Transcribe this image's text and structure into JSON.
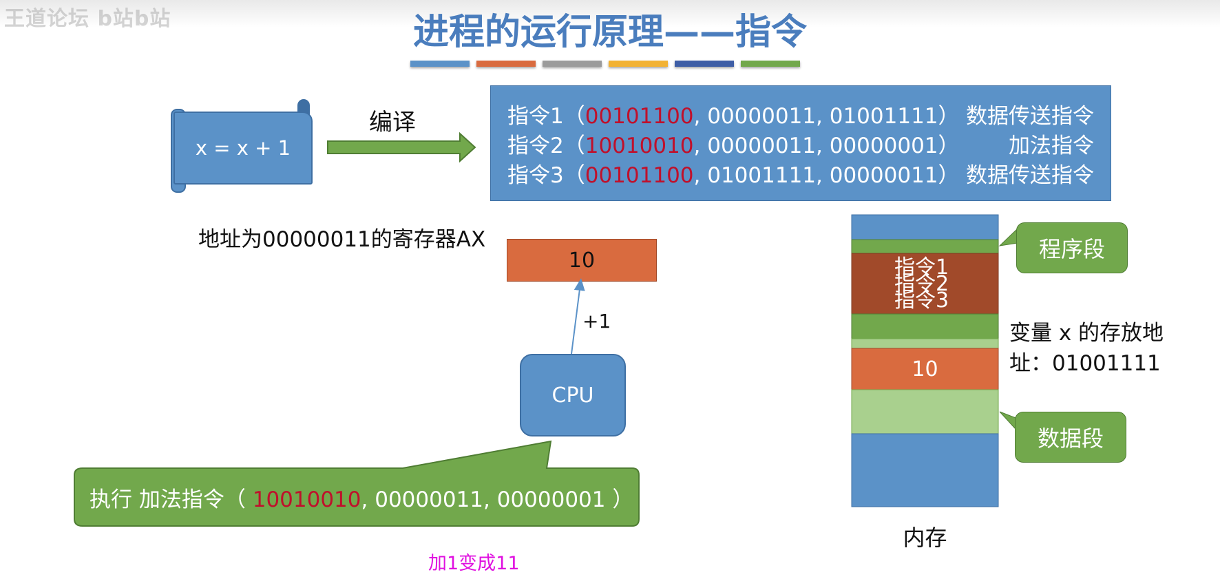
{
  "watermark": "王道论坛 b站b站",
  "title": "进程的运行原理——指令",
  "accent_bar_colors": [
    "#5b92c8",
    "#d96b3f",
    "#9b9b9b",
    "#f2b233",
    "#3e5ea6",
    "#72a84c"
  ],
  "source_box": {
    "code": "x = x + 1"
  },
  "compile_label": "编译",
  "instructions": [
    {
      "name": "指令1",
      "open": "（",
      "opcode": "00101100",
      "operands": ", 00000011, 01001111",
      "close": "）",
      "type": "数据传送指令"
    },
    {
      "name": "指令2",
      "open": "（",
      "opcode": "10010010",
      "operands": ", 00000011, 00000001",
      "close": "）",
      "type": "加法指令"
    },
    {
      "name": "指令3",
      "open": "（",
      "opcode": "00101100",
      "operands": ", 01001111, 00000011",
      "close": "）",
      "type": "数据传送指令"
    }
  ],
  "register": {
    "label": "地址为00000011的寄存器AX",
    "value": "10"
  },
  "cpu": {
    "label": "CPU",
    "op_label": "+1"
  },
  "execute_callout": {
    "prefix": "执行 加法指令（ ",
    "opcode": "10010010",
    "rest": ", 00000011, 00000001 ）"
  },
  "note": "加1变成11",
  "memory": {
    "instructions": [
      "指令1",
      "指令2",
      "指令3"
    ],
    "value": "10",
    "program_segment": "程序段",
    "data_segment": "数据段",
    "var_label_line1": "变量 x 的存放地",
    "var_label_line2": "址：01001111",
    "label": "内存"
  }
}
